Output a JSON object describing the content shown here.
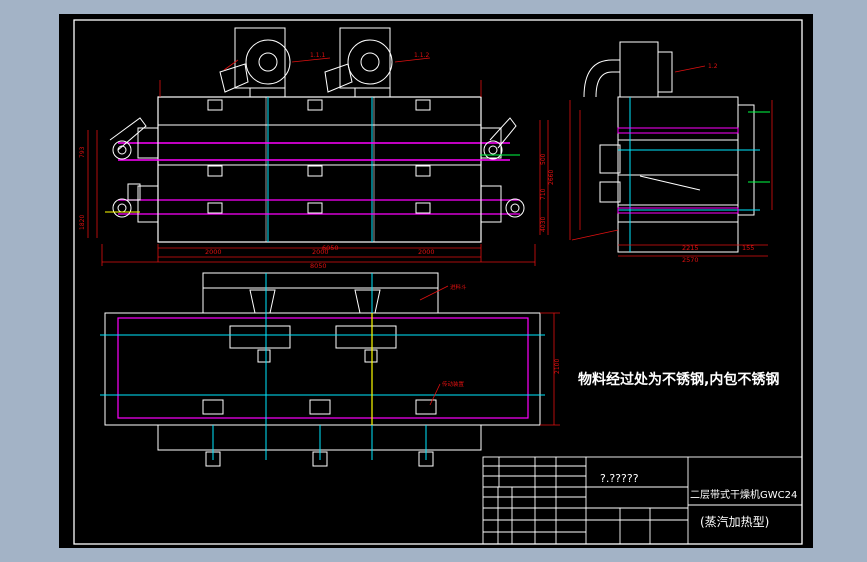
{
  "drawing": {
    "note": "物料经过处为不锈钢,内包不锈钢",
    "title_main": "二层带式干燥机GWC24",
    "title_sub": "(蒸汽加热型)",
    "title_block_label": "?.?????"
  },
  "dimensions": {
    "front_overall": "8050",
    "front_inner": "6050",
    "front_seg1": "2000",
    "front_seg2": "2000",
    "front_seg3": "2000",
    "side_overall": "2570",
    "side_inner": "2215",
    "side_right": "155",
    "plan_height": "2100",
    "side_height": "2660",
    "left_h1": "793",
    "left_h2": "1820",
    "right_h1": "500",
    "right_h2": "710",
    "right_h3": "4030"
  },
  "tags": {
    "fan1": "1.1.1",
    "fan2": "1.1.2",
    "side_fan": "1.2",
    "plan_label1": "进料斗",
    "plan_label2": "传动装置"
  },
  "colors": {
    "background": "#a3b3c6",
    "sheet": "#000000",
    "frame": "#ffffff",
    "dimension": "#e01010",
    "centerline": "#00e8ff",
    "belt": "#ff00ff",
    "highlight": "#ffff00",
    "green": "#00ff44"
  }
}
